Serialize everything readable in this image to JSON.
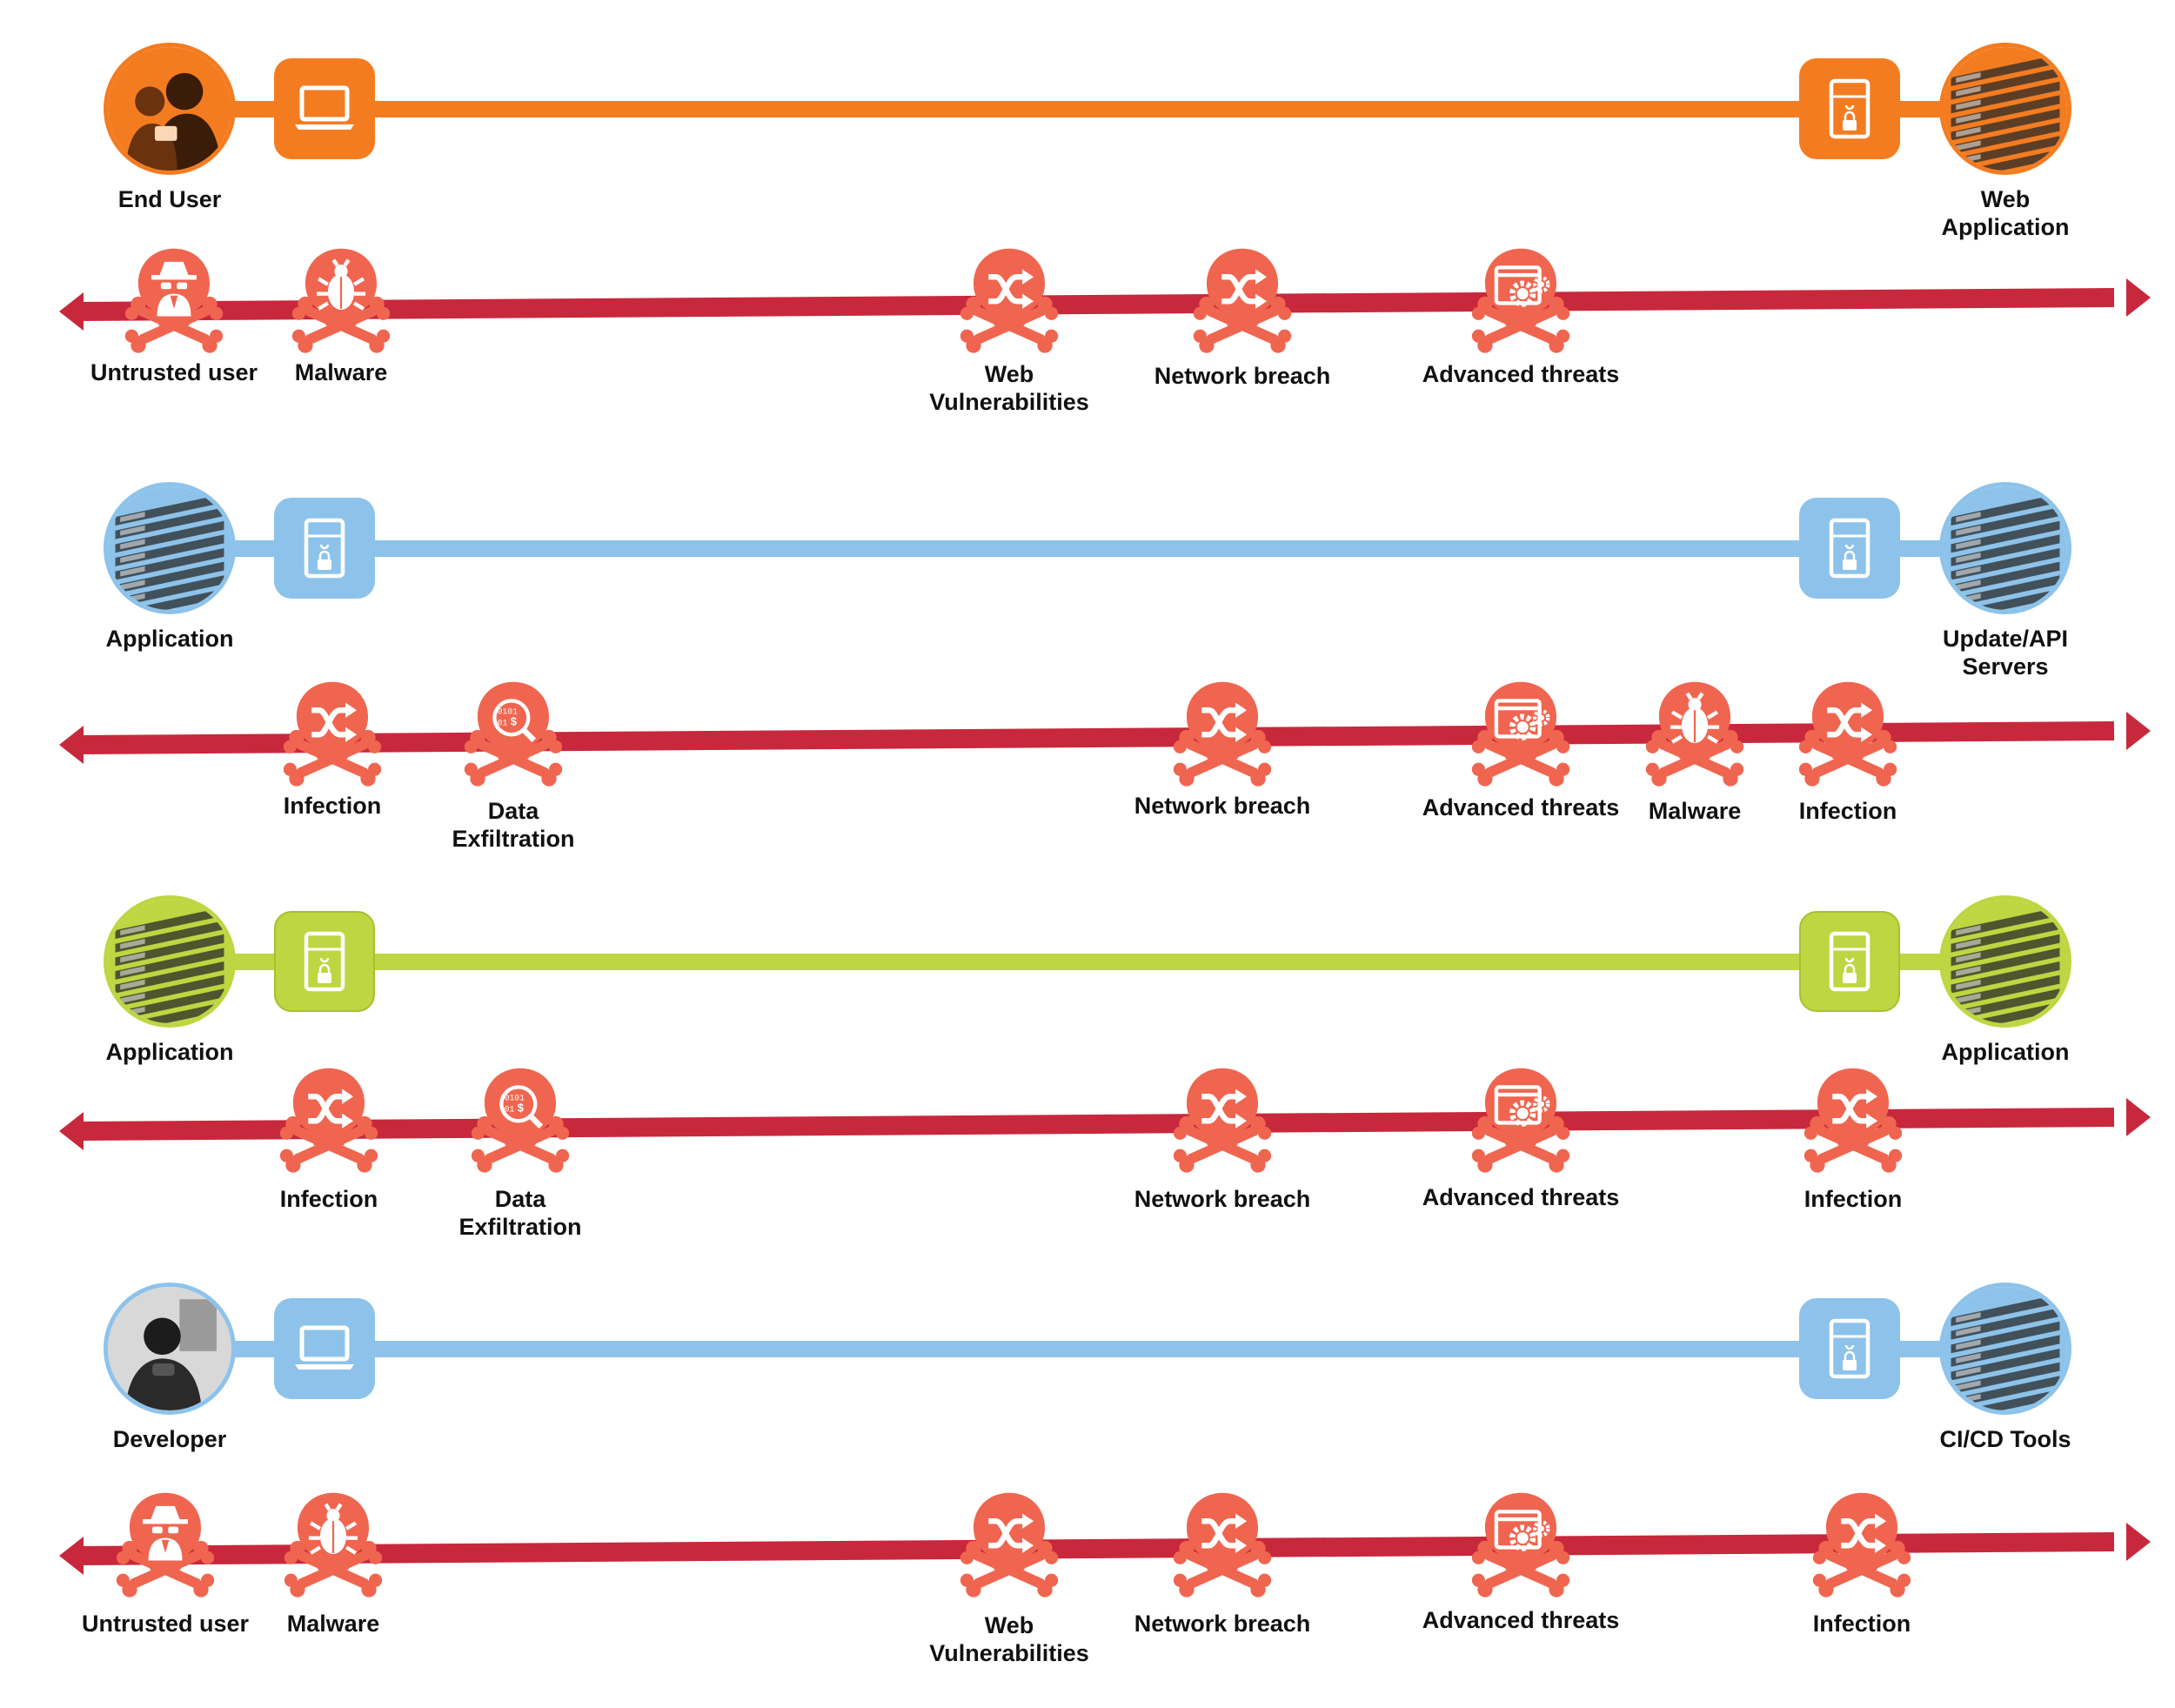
{
  "colors": {
    "orange": "#F47C20",
    "blue": "#8DC3EA",
    "green": "#BDD641",
    "threat_line": "#C8283C",
    "threat_icon": "#F0654F",
    "device_green_border": "#A8C030"
  },
  "rows": [
    {
      "color": "orange",
      "left": {
        "label_lines": [
          "End User"
        ],
        "avatar_icon": "end-user-photo-icon",
        "device_icon": "laptop-icon"
      },
      "right": {
        "label_lines": [
          "Web",
          "Application"
        ],
        "avatar_icon": "server-rack-photo-icon",
        "device_icon": "secure-server-icon"
      },
      "threats": [
        {
          "icon": "spy-icon",
          "lines": [
            "Untrusted user"
          ]
        },
        {
          "icon": "bug-icon",
          "lines": [
            "Malware"
          ]
        },
        {
          "icon": "shuffle-icon",
          "lines": [
            "Web",
            "Vulnerabilities"
          ]
        },
        {
          "icon": "shuffle-icon",
          "lines": [
            "Network breach"
          ]
        },
        {
          "icon": "gears-window-icon",
          "lines": [
            "Advanced threats"
          ]
        }
      ]
    },
    {
      "color": "blue",
      "left": {
        "label_lines": [
          "Application"
        ],
        "avatar_icon": "server-rack-photo-icon",
        "device_icon": "secure-server-icon"
      },
      "right": {
        "label_lines": [
          "Update/API",
          "Servers"
        ],
        "avatar_icon": "server-rack-photo-icon",
        "device_icon": "secure-server-icon"
      },
      "threats": [
        {
          "icon": "shuffle-icon",
          "lines": [
            "Infection"
          ]
        },
        {
          "icon": "data-search-icon",
          "lines": [
            "Data",
            "Exfiltration"
          ]
        },
        {
          "icon": "shuffle-icon",
          "lines": [
            "Network breach"
          ]
        },
        {
          "icon": "gears-window-icon",
          "lines": [
            "Advanced threats"
          ]
        },
        {
          "icon": "bug-icon",
          "lines": [
            "Malware"
          ]
        },
        {
          "icon": "shuffle-icon",
          "lines": [
            "Infection"
          ]
        }
      ]
    },
    {
      "color": "green",
      "left": {
        "label_lines": [
          "Application"
        ],
        "avatar_icon": "server-rack-photo-icon",
        "device_icon": "secure-server-icon"
      },
      "right": {
        "label_lines": [
          "Application"
        ],
        "avatar_icon": "server-rack-photo-icon",
        "device_icon": "secure-server-icon"
      },
      "threats": [
        {
          "icon": "shuffle-icon",
          "lines": [
            "Infection"
          ]
        },
        {
          "icon": "data-search-icon",
          "lines": [
            "Data",
            "Exfiltration"
          ]
        },
        {
          "icon": "shuffle-icon",
          "lines": [
            "Network breach"
          ]
        },
        {
          "icon": "gears-window-icon",
          "lines": [
            "Advanced threats"
          ]
        },
        {
          "icon": "shuffle-icon",
          "lines": [
            "Infection"
          ]
        }
      ]
    },
    {
      "color": "blue",
      "left": {
        "label_lines": [
          "Developer"
        ],
        "avatar_icon": "developer-photo-icon",
        "device_icon": "laptop-icon"
      },
      "right": {
        "label_lines": [
          "CI/CD Tools"
        ],
        "avatar_icon": "server-rack-photo-icon",
        "device_icon": "secure-server-icon"
      },
      "threats": [
        {
          "icon": "spy-icon",
          "lines": [
            "Untrusted user"
          ]
        },
        {
          "icon": "bug-icon",
          "lines": [
            "Malware"
          ]
        },
        {
          "icon": "shuffle-icon",
          "lines": [
            "Web",
            "Vulnerabilities"
          ]
        },
        {
          "icon": "shuffle-icon",
          "lines": [
            "Network breach"
          ]
        },
        {
          "icon": "gears-window-icon",
          "lines": [
            "Advanced threats"
          ]
        },
        {
          "icon": "shuffle-icon",
          "lines": [
            "Infection"
          ]
        }
      ]
    }
  ]
}
